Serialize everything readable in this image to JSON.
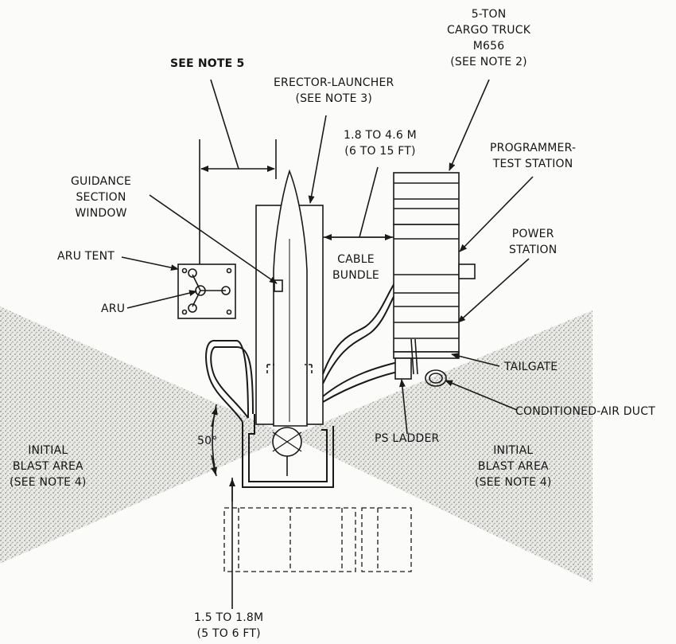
{
  "labels": {
    "see_note5": "SEE NOTE 5",
    "truck": [
      "5-TON",
      "CARGO TRUCK",
      "M656",
      "(SEE NOTE 2)"
    ],
    "erector": [
      "ERECTOR-LAUNCHER",
      "(SEE NOTE 3)"
    ],
    "distance_truck": [
      "1.8 TO 4.6 M",
      "(6 TO 15 FT)"
    ],
    "programmer": [
      "PROGRAMMER-",
      "TEST STATION"
    ],
    "guidance": [
      "GUIDANCE",
      "SECTION",
      "WINDOW"
    ],
    "power": [
      "POWER",
      "STATION"
    ],
    "cable": [
      "CABLE",
      "BUNDLE"
    ],
    "aru_tent": "ARU TENT",
    "aru": "ARU",
    "tailgate": "TAILGATE",
    "air_duct": "CONDITIONED-AIR DUCT",
    "angle": "50°",
    "ps_ladder": "PS LADDER",
    "blast_left": [
      "INITIAL",
      "BLAST AREA",
      "(SEE NOTE 4)"
    ],
    "blast_right": [
      "INITIAL",
      "BLAST AREA",
      "(SEE NOTE 4)"
    ],
    "bottom_distance": [
      "1.5 TO 1.8M",
      "(5 TO 6 FT)"
    ]
  },
  "colors": {
    "ink": "#1a1a1a",
    "stipple": "#bdbdbd",
    "paper": "#fbfbf9"
  }
}
